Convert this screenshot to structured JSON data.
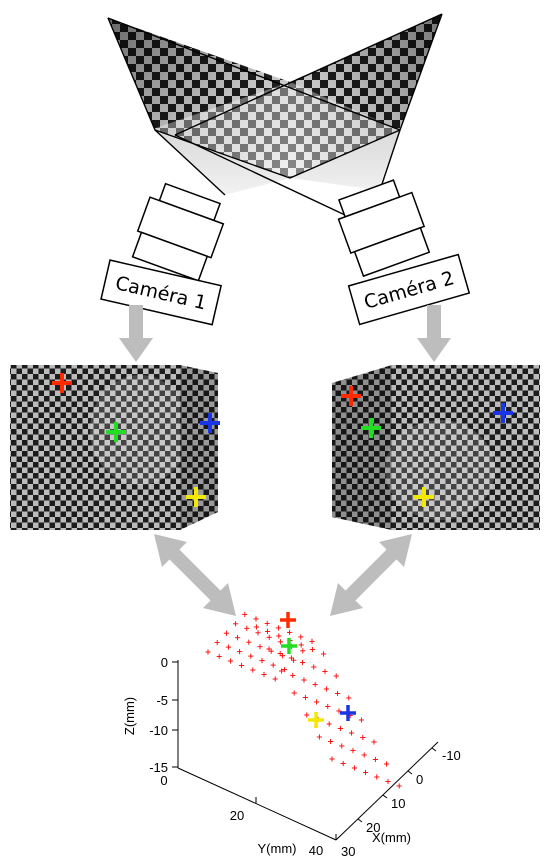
{
  "cameras": [
    {
      "label": "Caméra 1"
    },
    {
      "label": "Caméra 2"
    }
  ],
  "marker_colors": {
    "red": "#ff2a00",
    "green": "#22dd22",
    "blue": "#1a35e6",
    "yellow": "#f2e800"
  },
  "reconstruction_point_color": "#ff0000",
  "arrow_color": "#bdbdbd",
  "plot3d": {
    "z_axis": {
      "label": "Z(mm)",
      "ticks": [
        "0",
        "-5",
        "-10",
        "-15"
      ]
    },
    "y_axis": {
      "label": "Y(mm)",
      "ticks": [
        "0",
        "20",
        "40"
      ]
    },
    "x_axis": {
      "label": "X(mm)",
      "ticks": [
        "-10",
        "0",
        "10",
        "20",
        "30"
      ]
    }
  }
}
